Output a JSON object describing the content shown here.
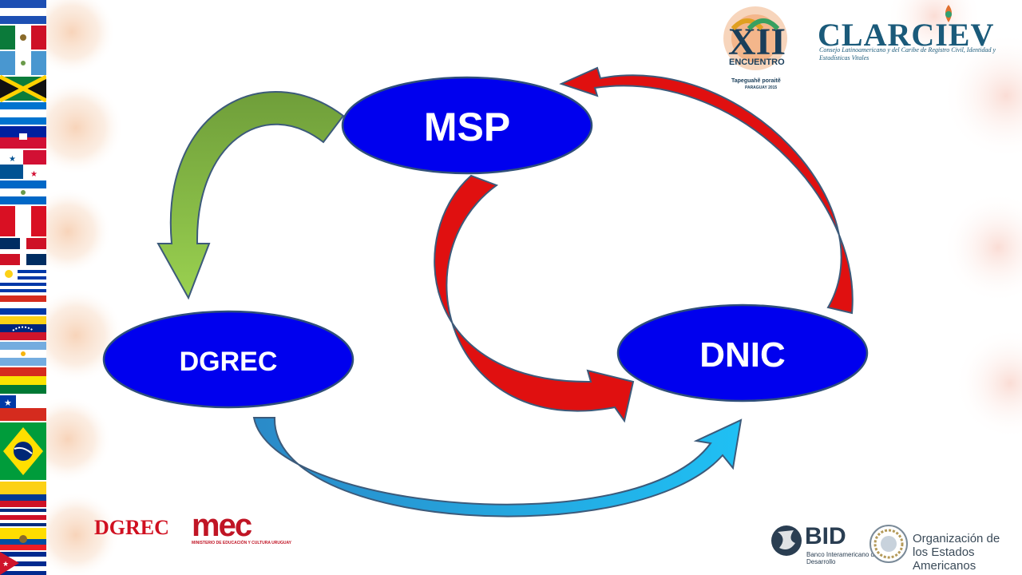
{
  "diagram": {
    "nodes": [
      {
        "id": "msp",
        "label": "MSP"
      },
      {
        "id": "dgrec",
        "label": "DGREC"
      },
      {
        "id": "dnic",
        "label": "DNIC"
      }
    ],
    "edges": [
      {
        "from": "msp",
        "to": "dgrec",
        "color": "green"
      },
      {
        "from": "msp",
        "to": "dnic",
        "color": "red"
      },
      {
        "from": "dnic",
        "to": "msp",
        "color": "red"
      },
      {
        "from": "dgrec",
        "to": "dnic",
        "color": "blue"
      }
    ]
  },
  "logos": {
    "clarciev": {
      "title": "CLARCIEV",
      "subtitle": "Consejo Latinoamericano y del Caribe de Registro Civil, Identidad y Estadísticas Vitales",
      "encuentro": "ENCUENTRO",
      "roman": "XII",
      "tagline": "Tapeguahẽ poraitẽ",
      "location": "PARAGUAY 2015"
    },
    "dgrec": "DGREC",
    "mec": {
      "name": "mec",
      "subtitle": "MINISTERIO DE EDUCACIÓN Y CULTURA URUGUAY"
    },
    "bid": {
      "name": "BID",
      "subtitle": "Banco Interamericano de Desarrollo"
    },
    "oea": {
      "name": "Organización de los Estados Americanos"
    }
  },
  "colors": {
    "node_fill": "#0000ee",
    "node_stroke": "#2f4f7a",
    "arrow_green": "#8dc63f",
    "arrow_red": "#e01010",
    "arrow_blue": "#1ab0ea",
    "clarciev_blue": "#1a5a7a",
    "logo_red": "#c01525"
  }
}
